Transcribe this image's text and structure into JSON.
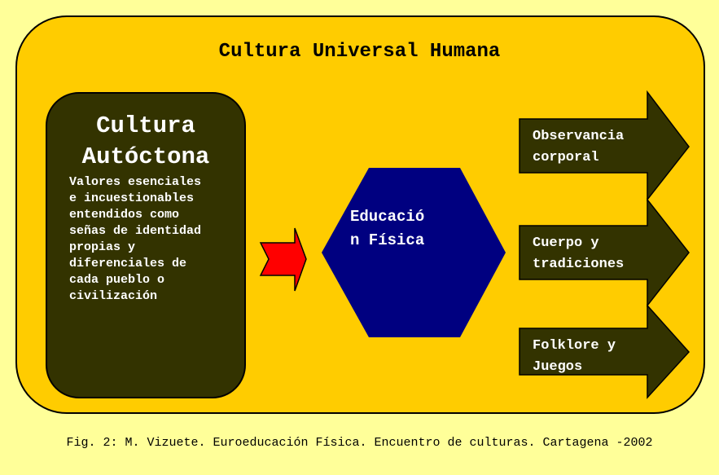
{
  "title": "Cultura Universal Humana",
  "left_box": {
    "heading": "Cultura\nAutóctona",
    "body": "Valores esenciales\ne incuestionables\nentendidos como\nseñas de identidad\npropias y\ndiferenciales de\ncada pueblo o\ncivilización"
  },
  "center": {
    "label": "Educació\nn Física"
  },
  "arrows": [
    {
      "label": "Observancia\ncorporal"
    },
    {
      "label": "Cuerpo y\ntradiciones"
    },
    {
      "label": "Folklore y\nJuegos"
    }
  ],
  "caption": "Fig. 2: M. Vizuete. Euroeducación Física. Encuentro de culturas. Cartagena -2002",
  "colors": {
    "background": "#FFFF99",
    "outer": "#FFCC00",
    "dark": "#333300",
    "hexagon": "#000080",
    "red_arrow": "#FF0000"
  }
}
